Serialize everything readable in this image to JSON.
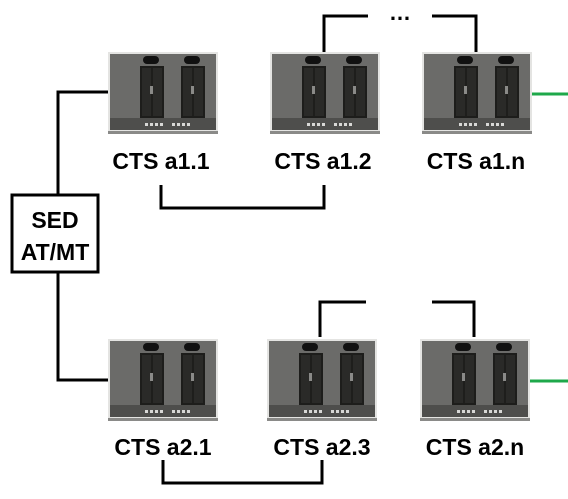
{
  "sed_box": {
    "line1": "SED",
    "line2": "AT/MT"
  },
  "ellipsis": "…",
  "colors": {
    "uplink_accent": "#1ea84a",
    "cabinet_body": "#6b6b69",
    "wire": "#000000"
  },
  "units": [
    {
      "label": "CTS a1.1",
      "row": 1,
      "icon": "cabinet-icon"
    },
    {
      "label": "CTS a1.2",
      "row": 1,
      "icon": "cabinet-icon"
    },
    {
      "label": "CTS a1.n",
      "row": 1,
      "icon": "cabinet-icon"
    },
    {
      "label": "CTS a2.1",
      "row": 2,
      "icon": "cabinet-icon"
    },
    {
      "label": "CTS a2.3",
      "row": 2,
      "icon": "cabinet-icon"
    },
    {
      "label": "CTS a2.n",
      "row": 2,
      "icon": "cabinet-icon"
    }
  ]
}
